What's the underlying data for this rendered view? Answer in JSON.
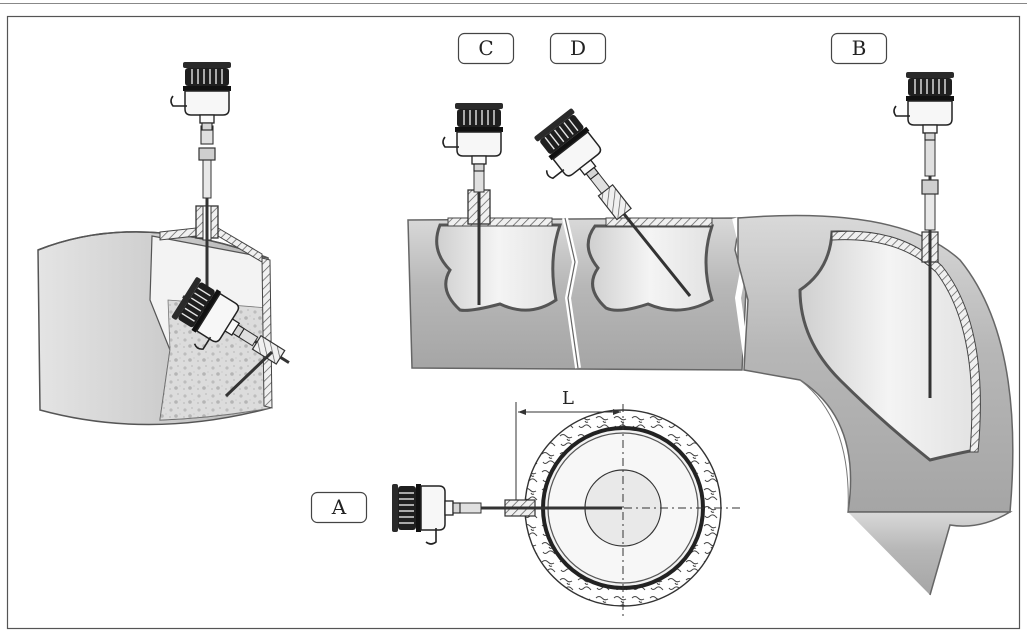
{
  "diagram": {
    "callouts": {
      "a": "A",
      "b": "B",
      "c": "C",
      "d": "D"
    },
    "dimension_label": "L"
  }
}
